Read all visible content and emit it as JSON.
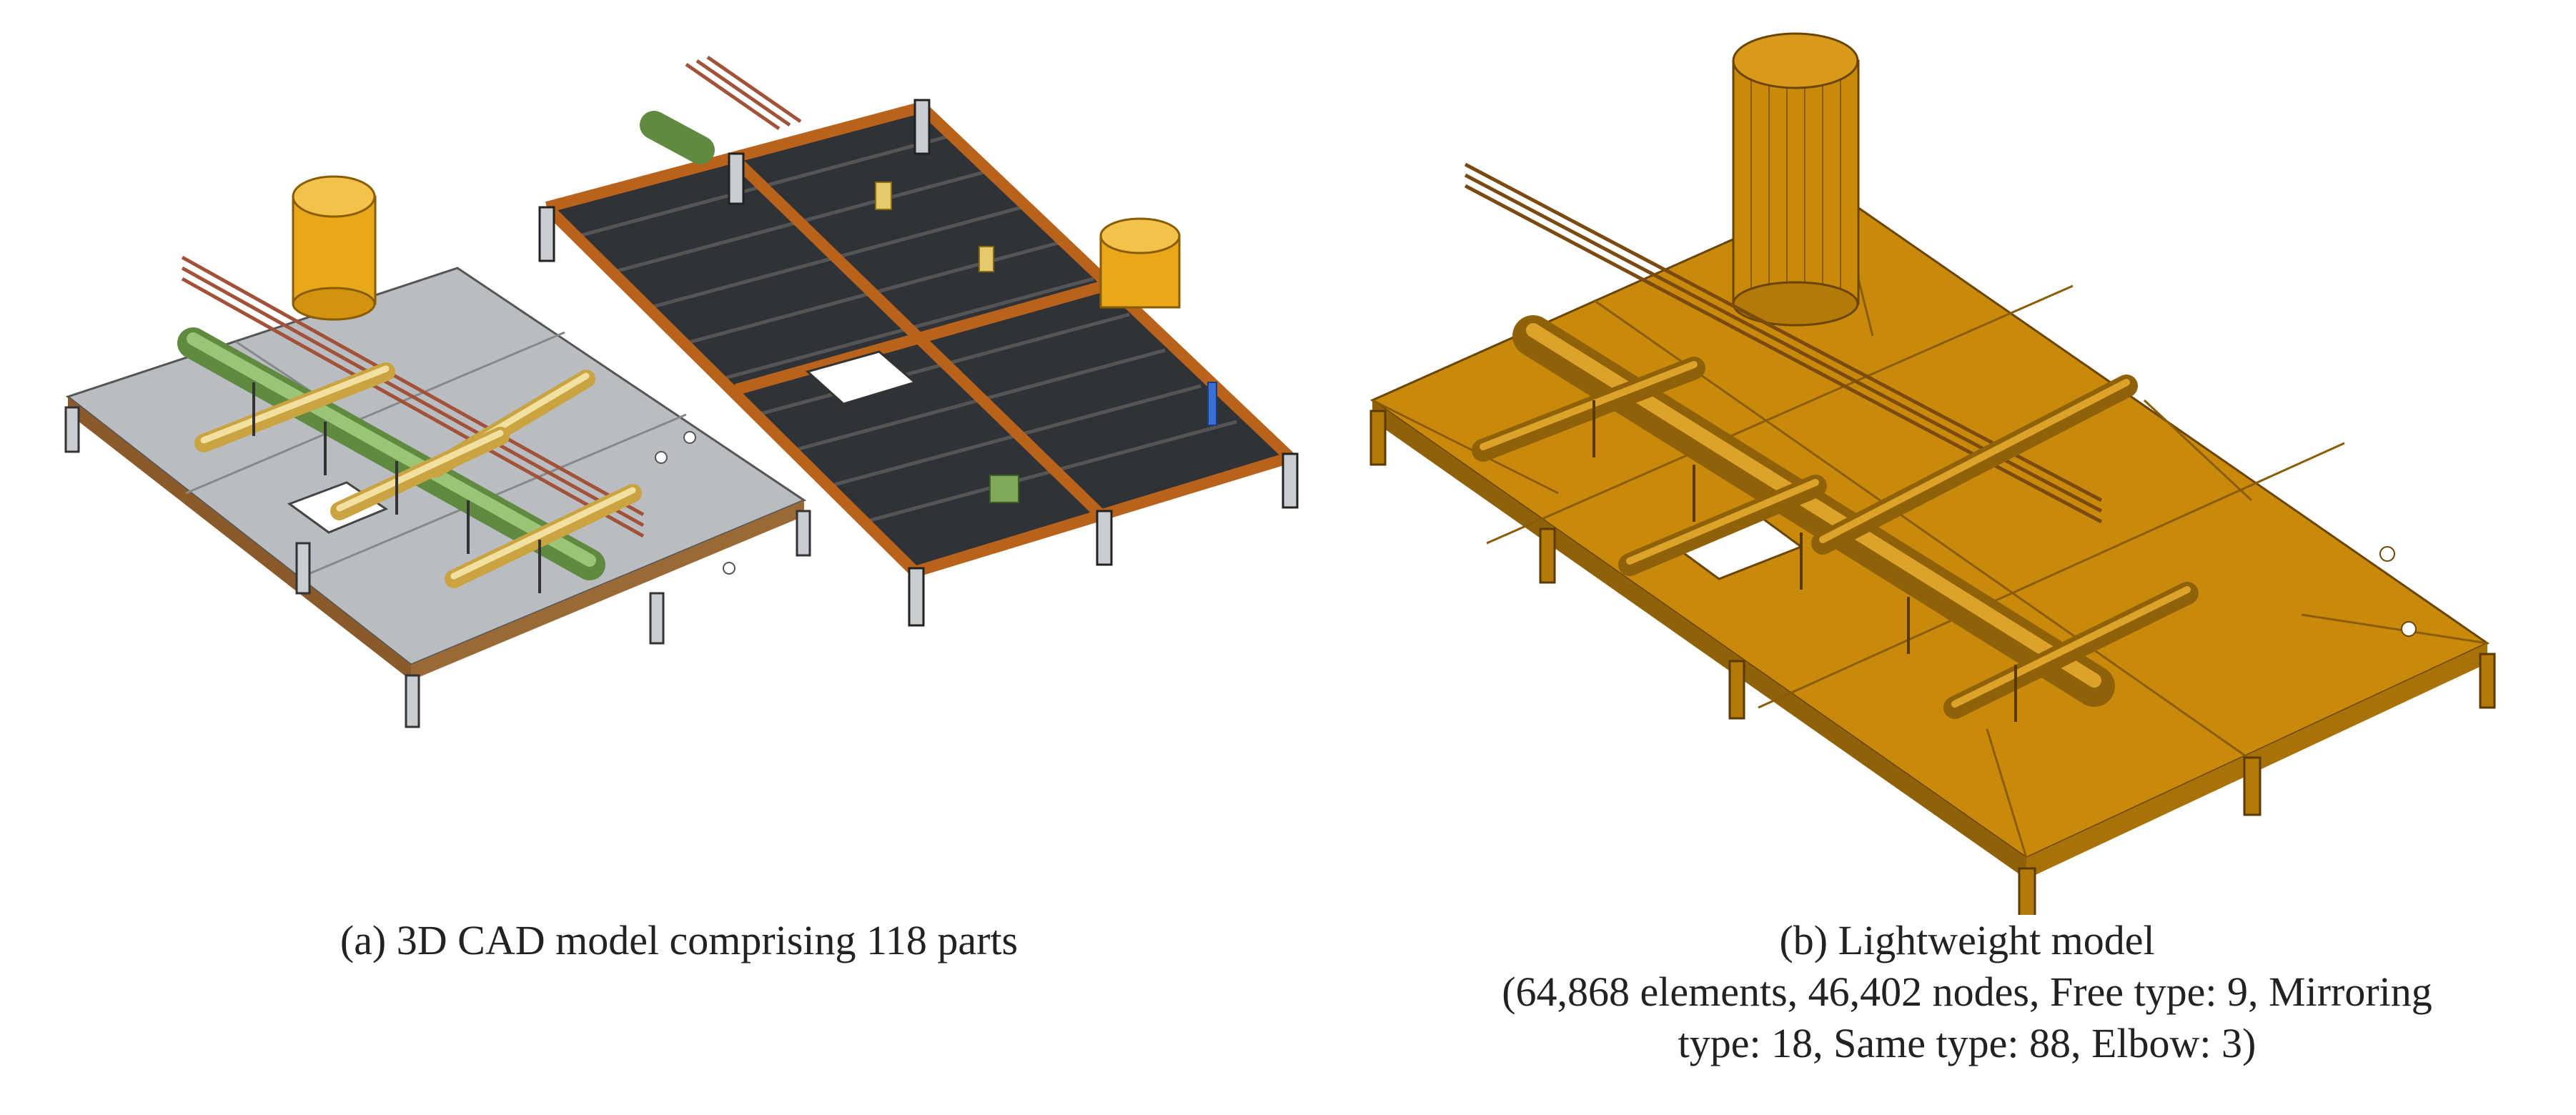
{
  "panel_a": {
    "caption": "(a) 3D CAD model comprising 118 parts"
  },
  "panel_b": {
    "caption_line1": "(b) Lightweight model",
    "caption_line2": "(64,868 elements, 46,402 nodes, Free type: 9, Mirroring",
    "caption_line3": "type: 18, Same type: 88, Elbow: 3)"
  },
  "colors": {
    "deck_grey": "#b9bdc2",
    "deck_dark": "#2f3236",
    "frame_orange": "#b8621b",
    "pipe_green": "#7fa85a",
    "pipe_yellow": "#e6c96a",
    "tank_yellow": "#e8a81a",
    "lightweight_gold": "#c98a0c"
  }
}
